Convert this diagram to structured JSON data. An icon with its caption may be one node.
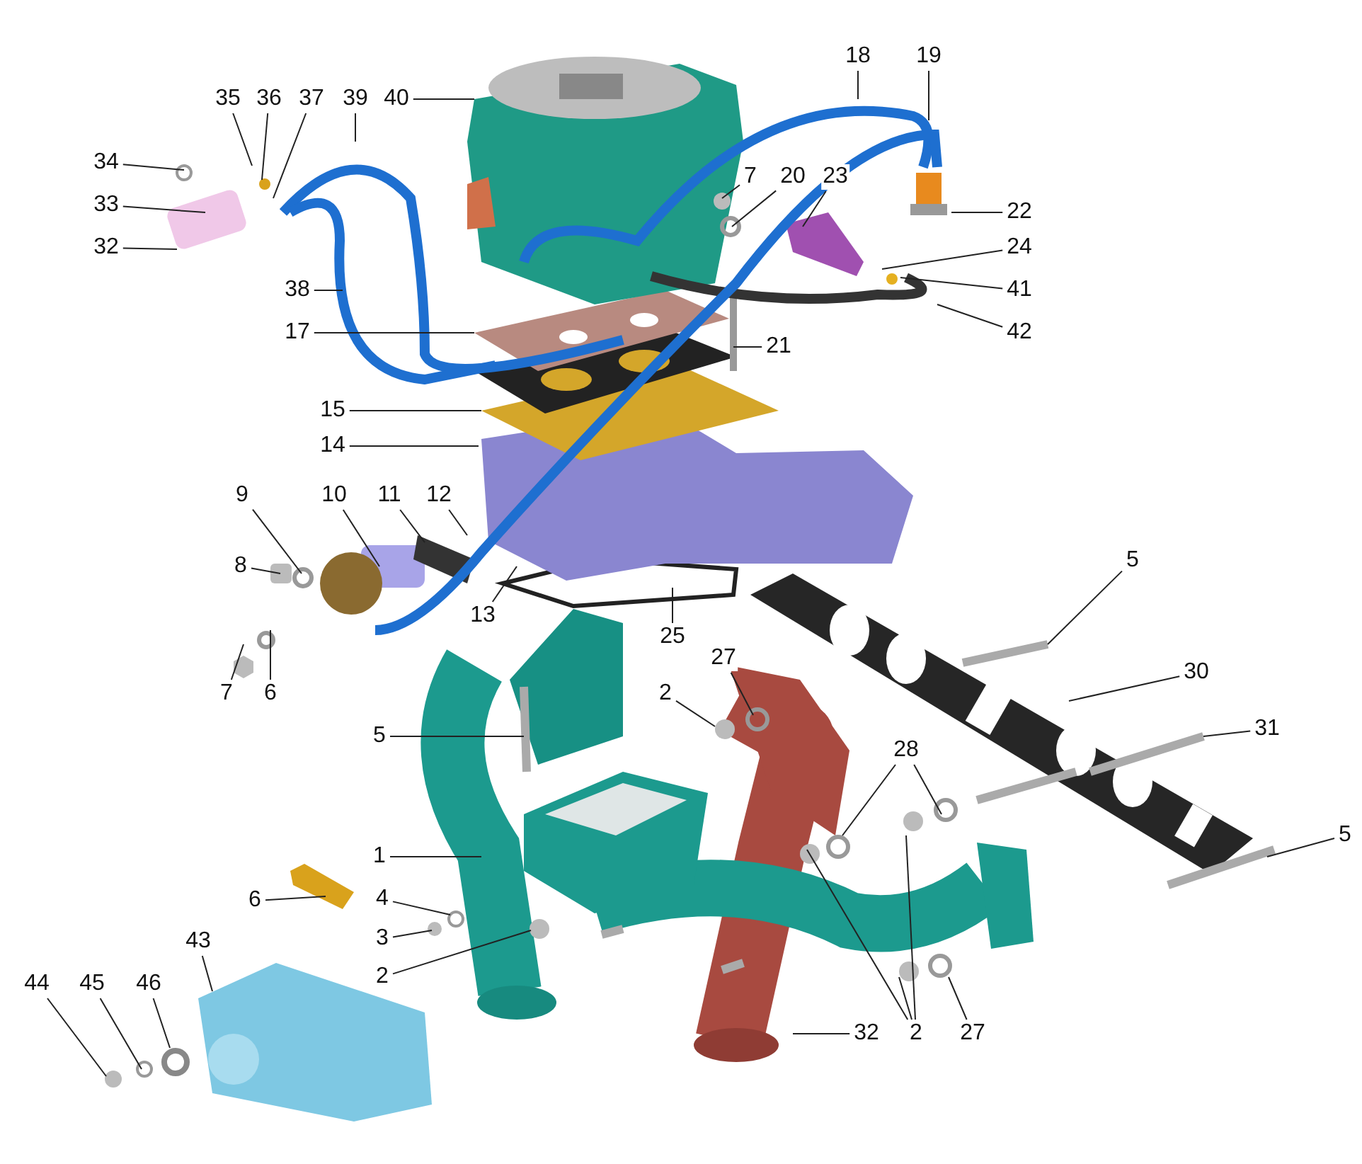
{
  "diagram": {
    "nodes": [
      {
        "text": [
          "35"
        ]
      },
      {
        "text": [
          "36"
        ]
      },
      {
        "text": [
          "37"
        ]
      },
      {
        "text": [
          "39"
        ]
      },
      {
        "text": [
          "40"
        ]
      },
      {
        "text": [
          "34"
        ]
      },
      {
        "text": [
          "33"
        ]
      },
      {
        "text": [
          "32"
        ]
      },
      {
        "text": [
          "38"
        ]
      },
      {
        "text": [
          "17"
        ]
      },
      {
        "text": [
          "15"
        ]
      },
      {
        "text": [
          "14"
        ]
      },
      {
        "text": [
          "18"
        ]
      },
      {
        "text": [
          "19"
        ]
      },
      {
        "text": [
          "7"
        ]
      },
      {
        "text": [
          "20"
        ]
      },
      {
        "text": [
          "23"
        ]
      },
      {
        "text": [
          "22"
        ]
      },
      {
        "text": [
          "24"
        ]
      },
      {
        "text": [
          "41"
        ]
      },
      {
        "text": [
          "42"
        ]
      },
      {
        "text": [
          "21"
        ]
      },
      {
        "text": [
          "9"
        ]
      },
      {
        "text": [
          "10"
        ]
      },
      {
        "text": [
          "11"
        ]
      },
      {
        "text": [
          "12"
        ]
      },
      {
        "text": [
          "8"
        ]
      },
      {
        "text": [
          "13"
        ]
      },
      {
        "text": [
          "25"
        ]
      },
      {
        "text": [
          "7"
        ]
      },
      {
        "text": [
          "6"
        ]
      },
      {
        "text": [
          "5"
        ]
      },
      {
        "text": [
          "27"
        ]
      },
      {
        "text": [
          "2"
        ]
      },
      {
        "text": [
          "28"
        ]
      },
      {
        "text": [
          "5"
        ]
      },
      {
        "text": [
          "30"
        ]
      },
      {
        "text": [
          "31"
        ]
      },
      {
        "text": [
          "5"
        ]
      },
      {
        "text": [
          "1"
        ]
      },
      {
        "text": [
          "6"
        ]
      },
      {
        "text": [
          "4"
        ]
      },
      {
        "text": [
          "3"
        ]
      },
      {
        "text": [
          "2"
        ]
      },
      {
        "text": [
          "43"
        ]
      },
      {
        "text": [
          "44"
        ]
      },
      {
        "text": [
          "45"
        ]
      },
      {
        "text": [
          "46"
        ]
      },
      {
        "text": [
          "32"
        ]
      },
      {
        "text": [
          "2"
        ]
      },
      {
        "text": [
          "27"
        ]
      }
    ],
    "edges": [
      {
        "from": 0,
        "to": null,
        "arrow": "none"
      },
      {
        "from": 1,
        "to": null,
        "arrow": "none"
      },
      {
        "from": 2,
        "to": null,
        "arrow": "none"
      },
      {
        "from": 3,
        "to": null,
        "arrow": "none"
      },
      {
        "from": 4,
        "to": null,
        "arrow": "none"
      },
      {
        "from": 5,
        "to": null,
        "arrow": "none"
      },
      {
        "from": 6,
        "to": null,
        "arrow": "none"
      },
      {
        "from": 7,
        "to": null,
        "arrow": "none"
      },
      {
        "from": 8,
        "to": null,
        "arrow": "none"
      },
      {
        "from": 9,
        "to": null,
        "arrow": "none"
      },
      {
        "from": 10,
        "to": null,
        "arrow": "none"
      },
      {
        "from": 11,
        "to": null,
        "arrow": "none"
      },
      {
        "from": 12,
        "to": null,
        "arrow": "none"
      },
      {
        "from": 13,
        "to": null,
        "arrow": "none"
      },
      {
        "from": 14,
        "to": null,
        "arrow": "none"
      },
      {
        "from": 15,
        "to": null,
        "arrow": "none"
      },
      {
        "from": 16,
        "to": null,
        "arrow": "none"
      },
      {
        "from": 17,
        "to": null,
        "arrow": "none"
      },
      {
        "from": 18,
        "to": null,
        "arrow": "none"
      },
      {
        "from": 19,
        "to": null,
        "arrow": "none"
      },
      {
        "from": 20,
        "to": null,
        "arrow": "none"
      },
      {
        "from": 21,
        "to": null,
        "arrow": "none"
      },
      {
        "from": 22,
        "to": null,
        "arrow": "none"
      },
      {
        "from": 23,
        "to": null,
        "arrow": "none"
      },
      {
        "from": 24,
        "to": null,
        "arrow": "none"
      },
      {
        "from": 25,
        "to": null,
        "arrow": "none"
      },
      {
        "from": 26,
        "to": null,
        "arrow": "none"
      },
      {
        "from": 27,
        "to": null,
        "arrow": "none"
      },
      {
        "from": 28,
        "to": null,
        "arrow": "none"
      },
      {
        "from": 29,
        "to": null,
        "arrow": "none"
      },
      {
        "from": 30,
        "to": null,
        "arrow": "none"
      },
      {
        "from": 31,
        "to": null,
        "arrow": "none"
      },
      {
        "from": 32,
        "to": null,
        "arrow": "none"
      },
      {
        "from": 33,
        "to": null,
        "arrow": "none"
      },
      {
        "from": 34,
        "to": null,
        "arrow": "none"
      },
      {
        "from": 34,
        "to": null,
        "arrow": "none"
      },
      {
        "from": 35,
        "to": null,
        "arrow": "none"
      },
      {
        "from": 36,
        "to": null,
        "arrow": "none"
      },
      {
        "from": 37,
        "to": null,
        "arrow": "none"
      },
      {
        "from": 38,
        "to": null,
        "arrow": "none"
      },
      {
        "from": 39,
        "to": null,
        "arrow": "none"
      },
      {
        "from": 40,
        "to": null,
        "arrow": "none"
      },
      {
        "from": 41,
        "to": null,
        "arrow": "none"
      },
      {
        "from": 42,
        "to": null,
        "arrow": "none"
      },
      {
        "from": 43,
        "to": null,
        "arrow": "none"
      },
      {
        "from": 44,
        "to": null,
        "arrow": "none"
      },
      {
        "from": 45,
        "to": null,
        "arrow": "none"
      },
      {
        "from": 46,
        "to": null,
        "arrow": "none"
      },
      {
        "from": 47,
        "to": null,
        "arrow": "none"
      },
      {
        "from": 48,
        "to": null,
        "arrow": "none"
      },
      {
        "from": 49,
        "to": null,
        "arrow": "none"
      },
      {
        "from": 49,
        "to": null,
        "arrow": "none"
      },
      {
        "from": 49,
        "to": null,
        "arrow": "none"
      },
      {
        "from": 50,
        "to": null,
        "arrow": "none"
      }
    ]
  }
}
